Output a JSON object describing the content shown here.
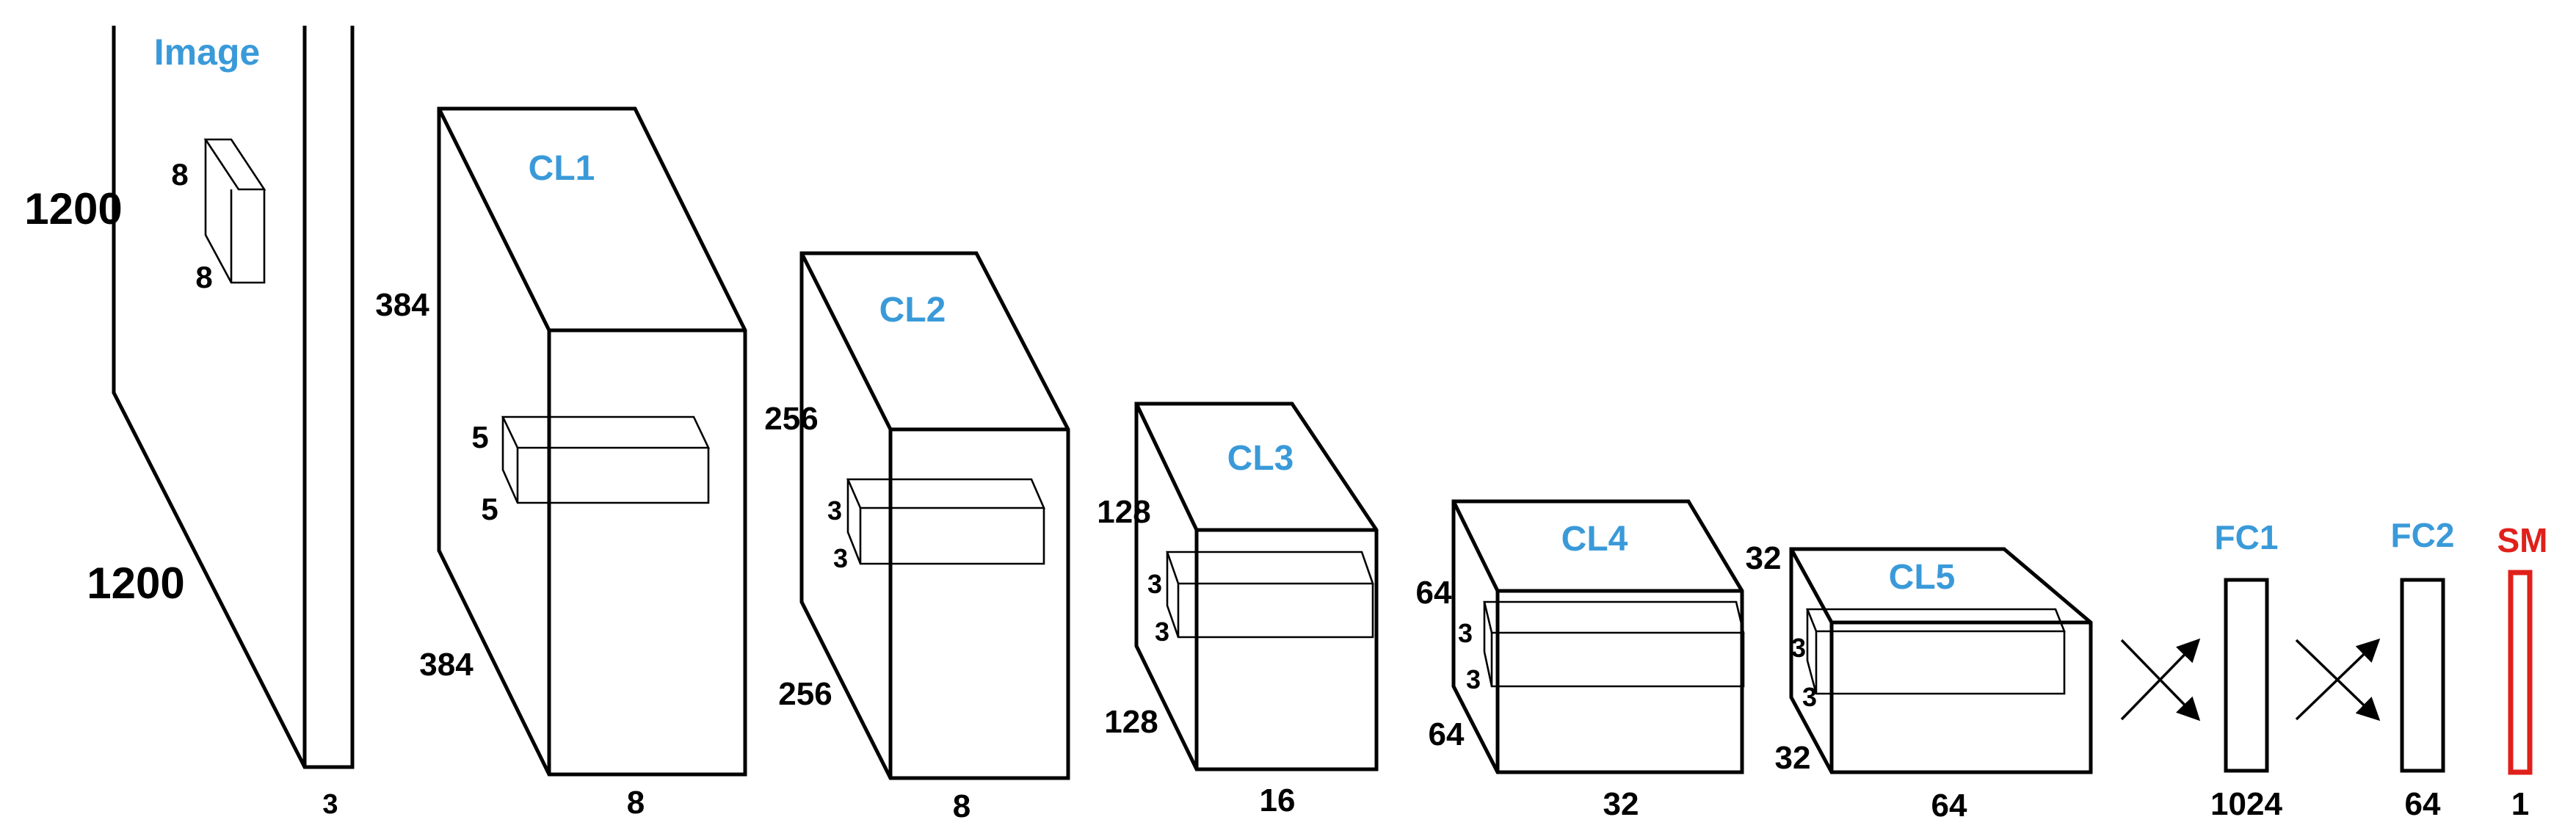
{
  "colors": {
    "line": "#000000",
    "title": "#3a9ad9",
    "softmax": "#e0201b"
  },
  "image": {
    "title": "Image",
    "height": "1200",
    "width": "1200",
    "channels": "3",
    "kernel_h": "8",
    "kernel_w": "8"
  },
  "cl1": {
    "title": "CL1",
    "height": "384",
    "width": "384",
    "depth": "8",
    "kernel_h": "5",
    "kernel_w": "5"
  },
  "cl2": {
    "title": "CL2",
    "height": "256",
    "width": "256",
    "depth": "8",
    "kernel_h": "3",
    "kernel_w": "3"
  },
  "cl3": {
    "title": "CL3",
    "height": "128",
    "width": "128",
    "depth": "16",
    "kernel_h": "3",
    "kernel_w": "3"
  },
  "cl4": {
    "title": "CL4",
    "height": "64",
    "width": "64",
    "depth": "32",
    "kernel_h": "3",
    "kernel_w": "3"
  },
  "cl5": {
    "title": "CL5",
    "height": "32",
    "width": "32",
    "depth": "64",
    "kernel_h": "3",
    "kernel_w": "3"
  },
  "fc1": {
    "title": "FC1",
    "size": "1024"
  },
  "fc2": {
    "title": "FC2",
    "size": "64"
  },
  "sm": {
    "title": "SM",
    "size": "1"
  }
}
